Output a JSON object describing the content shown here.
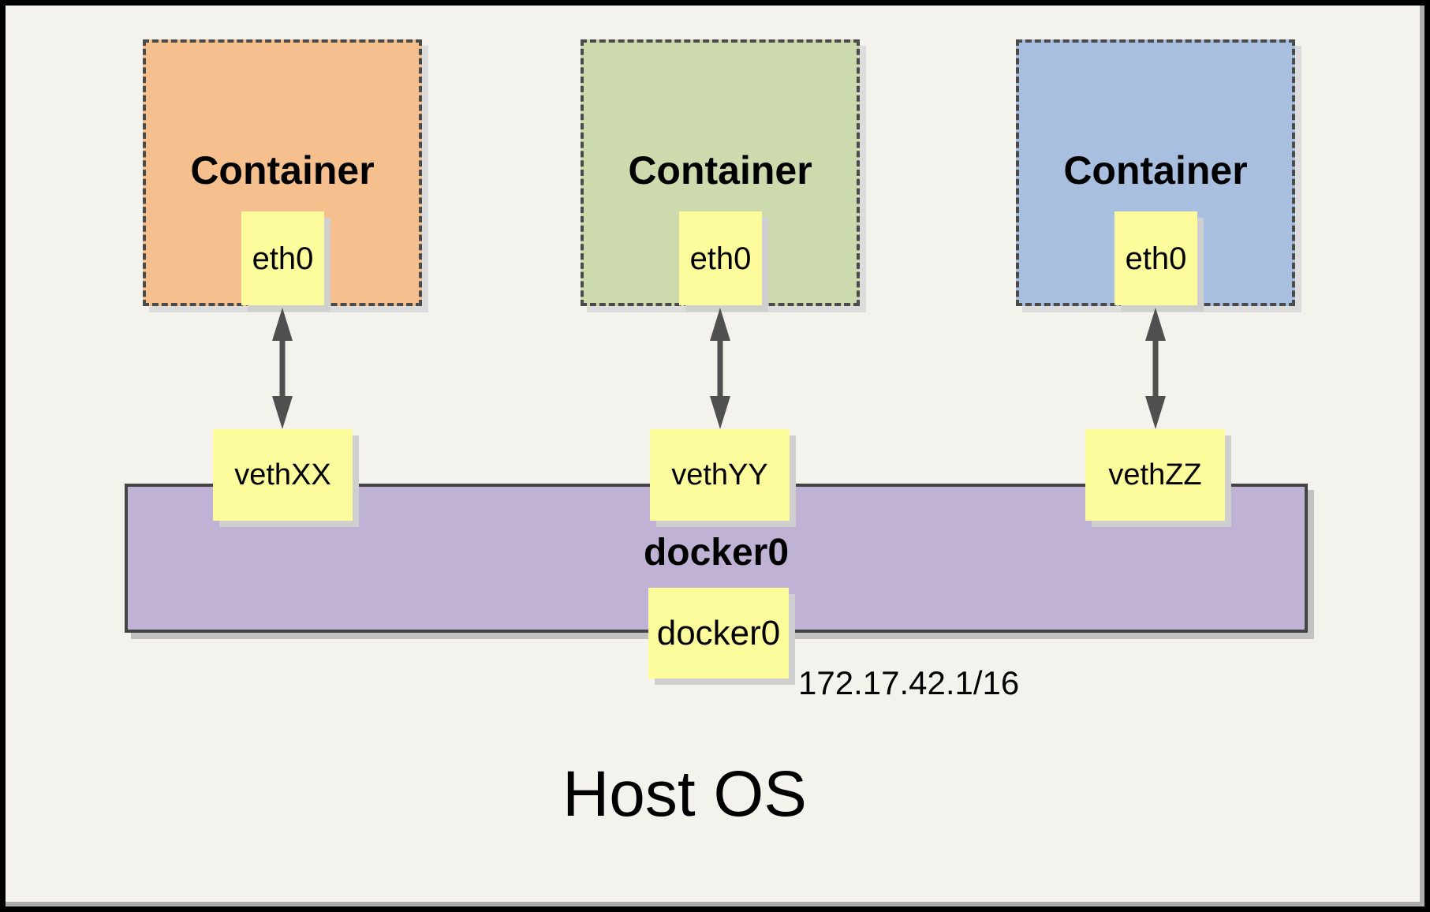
{
  "containers": [
    {
      "label": "Container",
      "interface": "eth0",
      "veth": "vethXX",
      "fill": "#F5C08E"
    },
    {
      "label": "Container",
      "interface": "eth0",
      "veth": "vethYY",
      "fill": "#CDDAAE"
    },
    {
      "label": "Container",
      "interface": "eth0",
      "veth": "vethZZ",
      "fill": "#A8BFDF"
    }
  ],
  "bridge": {
    "label": "docker0",
    "interface": "docker0",
    "ip": "172.17.42.1/16",
    "fill": "#BFB2D4"
  },
  "host": {
    "label": "Host OS"
  },
  "colors": {
    "background": "#F4F2ED",
    "frame": "#000000",
    "note_fill": "#FCFC9D",
    "line": "#4A4A4A"
  }
}
